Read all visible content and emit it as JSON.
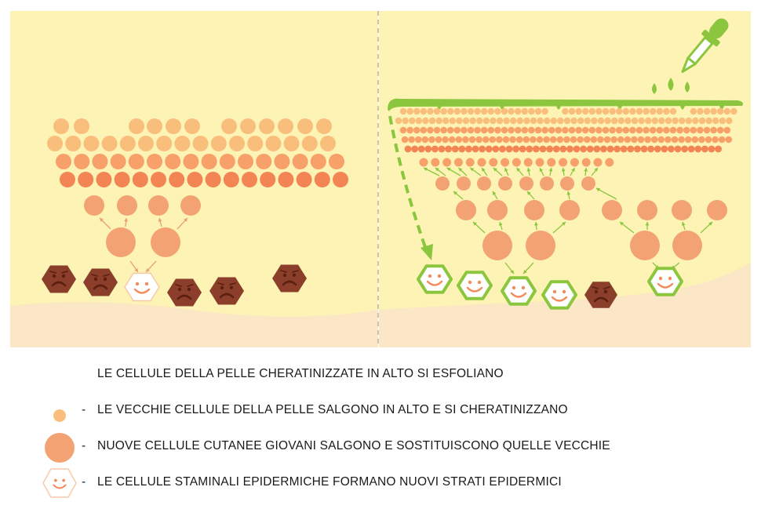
{
  "legend": {
    "line1": "LE CELLULE DELLA PELLE CHERATINIZZATE IN ALTO SI ESFOLIANO",
    "line2": "LE VECCHIE CELLULE DELLA PELLE SALGONO IN ALTO E SI CHERATINIZZANO",
    "line3": "NUOVE CELLULE CUTANEE GIOVANI SALGONO E SOSTITUISCONO QUELLE VECCHIE",
    "line4": "LE CELLULE STAMINALI EPIDERMICHE FORMANO NUOVI STRATI EPIDERMICI",
    "dash": "-"
  },
  "colors": {
    "background": "#fcf3b5",
    "ground": "#fbe7c6",
    "cell_light": "#f9be7c",
    "cell_mid": "#f8a06a",
    "cell_dark": "#f38454",
    "cell_new": "#f3a373",
    "stem_dark": "#8b3e2a",
    "serum_green": "#8cc63f",
    "divider": "#b9b2a0"
  },
  "icons": {
    "sad_cell": "sad-face-hexagon-icon",
    "happy_cell": "happy-face-hexagon-icon",
    "dropper": "dropper-icon"
  }
}
